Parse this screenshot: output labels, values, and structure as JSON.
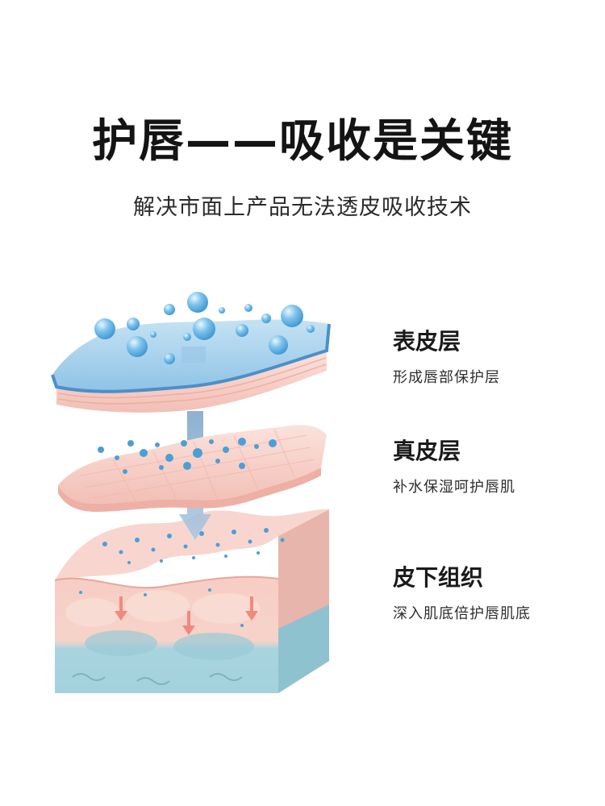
{
  "header": {
    "title": "护唇——吸收是关键",
    "subtitle": "解决市面上产品无法透皮吸收技术"
  },
  "layers": [
    {
      "name": "表皮层",
      "description": "形成唇部保护层"
    },
    {
      "name": "真皮层",
      "description": "补水保湿呵护唇肌"
    },
    {
      "name": "皮下组织",
      "description": "深入肌底倍护唇肌底"
    }
  ],
  "colors": {
    "water_blue": "#5aa7d8",
    "skin_pink": "#f4c4bc",
    "tissue_blue": "#a9d4df",
    "arrow_blue": "#8fb6d6"
  }
}
